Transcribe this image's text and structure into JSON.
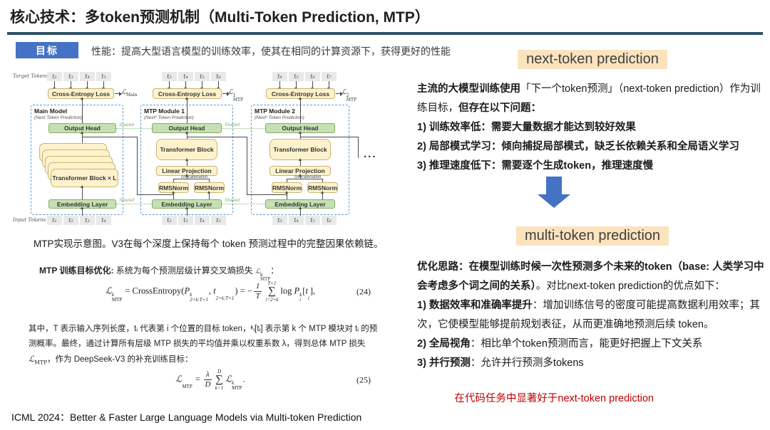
{
  "slide": {
    "title": "核心技术：多token预测机制（Multi-Token Prediction, MTP）",
    "goal_badge": "目标",
    "goal_text": "性能：提高大型语言模型的训练效率，使其在相同的计算资源下，获得更好的性能",
    "footer": "ICML 2024：Better & Faster Large Language Models via Multi-token Prediction"
  },
  "colors": {
    "accent_navy": "#2F5168",
    "badge_blue": "#4472C4",
    "highlight_tan": "#FBE3BE",
    "box_cream": "#FDF2CC",
    "box_green": "#C6E0B4",
    "dashed_blue": "#5B9BD5",
    "token_gray": "#EAE9E9",
    "shared_green": "#7FAF5F",
    "red_note": "#C00000"
  },
  "diagram": {
    "target_tokens_label": "Target Tokens",
    "input_tokens_label": "Input Tokens",
    "shared_label": "Shared",
    "concat_label": "concatenation",
    "ellipsis": "...",
    "caption": "MTP实现示意图。V3在每个深度上保持每个 token 预测过程中的完整因果依赖链。",
    "modules": [
      {
        "title": "Main Model",
        "subtitle": "(Next Token Prediction)",
        "ce": "Cross-Entropy Loss",
        "loss_base": "ℒ",
        "loss_sub": "Main",
        "output_head": "Output Head",
        "blocks": "Transformer Block × L",
        "embedding": "Embedding Layer",
        "target_tokens": [
          "t₂",
          "t₃",
          "t₄",
          "t₅"
        ],
        "input_tokens": [
          "t₁",
          "t₂",
          "t₃",
          "t₄"
        ]
      },
      {
        "title": "MTP Module 1",
        "subtitle": "(Next² Token Prediction)",
        "ce": "Cross-Entropy Loss",
        "loss_base": "ℒ",
        "loss_sup": "1",
        "loss_sub": "MTP",
        "output_head": "Output Head",
        "transformer": "Transformer Block",
        "linear": "Linear Projection",
        "rmsnorm": "RMSNorm",
        "embedding": "Embedding Layer",
        "target_tokens": [
          "t₃",
          "t₄",
          "t₅",
          "t₆"
        ],
        "input_tokens": [
          "t₂",
          "t₃",
          "t₄",
          "t₅"
        ]
      },
      {
        "title": "MTP Module 2",
        "subtitle": "(Next³ Token Prediction)",
        "ce": "Cross-Entropy Loss",
        "loss_base": "ℒ",
        "loss_sup": "2",
        "loss_sub": "MTP",
        "output_head": "Output Head",
        "transformer": "Transformer Block",
        "linear": "Linear Projection",
        "rmsnorm": "RMSNorm",
        "embedding": "Embedding Layer",
        "target_tokens": [
          "t₄",
          "t₅",
          "t₆",
          "t₇"
        ],
        "input_tokens": [
          "t₃",
          "t₄",
          "t₅",
          "t₆"
        ]
      }
    ]
  },
  "objective": {
    "lead_bold": "MTP 训练目标优化:",
    "lead_rest": " 系统为每个预测层级计算交叉熵损失 ",
    "loss_base": "ℒ",
    "loss_sup": "k",
    "loss_sub": "MTP",
    "lead_tail": "：",
    "explain_1": "其中，T 表示输入序列长度，tᵢ 代表第 i 个位置的目标 token，ᵏᵢ[tᵢ] 表示第 k 个 MTP 模块对 tᵢ 的预测概率。最终，通过计算所有层级 MTP 损失的平均值并乘以权重系数 λ，得到总体 MTP 损失 ",
    "explain_loss_base": "ℒ",
    "explain_loss_sub": "MTP",
    "explain_2": "，作为 DeepSeek-V3 的补充训练目标："
  },
  "formulas": {
    "f24": {
      "l_base": "ℒ",
      "l_sup": "k",
      "l_sub": "MTP",
      "eq": " = CrossEntropy(",
      "p1": "P",
      "p1_sup": "k",
      "p1_sub": "2+k:T+1",
      "comma": ", ",
      "t1": "t",
      "t1_sub": "2+k:T+1",
      "eq2": ") = −",
      "num": "1",
      "den": "T",
      "sum_top": "T+1",
      "sum": "∑",
      "sum_bot": "i=2+k",
      "log": "log ",
      "p2": "P",
      "p2_sup": "k",
      "p2_sub": "i",
      "br_open": "[",
      "t2": "t",
      "t2_sub": "i",
      "br_close": "],",
      "tag": "(24)"
    },
    "f25": {
      "l_base": "ℒ",
      "l_sub": "MTP",
      "eq": " = ",
      "num": "λ",
      "den": "D",
      "sum_top": "D",
      "sum": "∑",
      "sum_bot": "k=1",
      "r_base": "ℒ",
      "r_sup": "k",
      "r_sub": "MTP",
      "period": ".",
      "tag": "(25)"
    }
  },
  "right": {
    "heading1": "next-token prediction",
    "p1_bold": "主流的大模型训练使用",
    "p1_mid": "「下一个token预测」（next-token prediction）作为训练目标，",
    "p1_bold2": "但存在以下问题：",
    "problems": [
      "1) 训练效率低：需要大量数据才能达到较好效果",
      "2) 局部模式学习：倾向捕捉局部模式，缺乏长依赖关系和全局语义学习",
      "3) 推理速度低下：需要逐个生成token，推理速度慢"
    ],
    "heading2": "multi-token prediction",
    "p2_bold": "优化思路：在模型训练时候一次性预测多个未来的token（base: 人类学习中会考虑多个词之间的关系）",
    "p2_rest": "。对比next-token prediction的优点如下：",
    "advantages": [
      {
        "bold": "1) 数据效率和准确率提升",
        "rest": "：增加训练信号的密度可能提高数据利用效率；其次，它使模型能够提前规划表征，从而更准确地预测后续 token。"
      },
      {
        "bold": "2) 全局视角",
        "rest": "：相比单个token预测而言，能更好把握上下文关系"
      },
      {
        "bold": "3) 并行预测",
        "rest": "：允许并行预测多tokens"
      }
    ],
    "red_note": "在代码任务中显著好于next-token prediction"
  }
}
